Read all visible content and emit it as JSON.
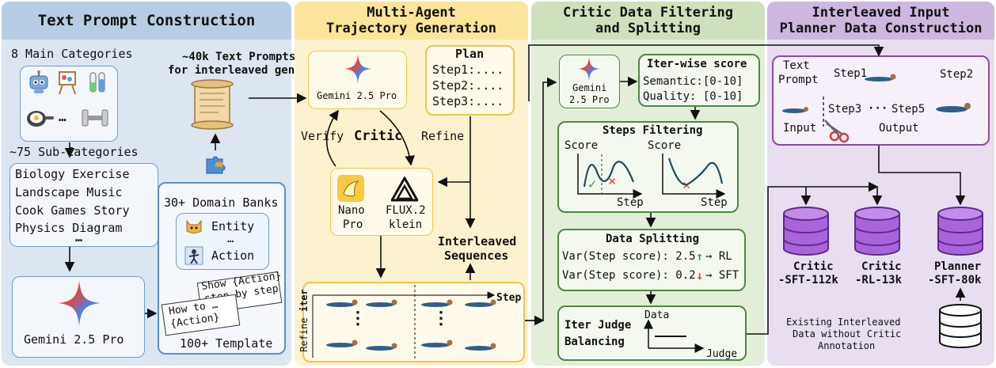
{
  "colors": {
    "p1_bg": "#dce6f1",
    "p1_title": "#b7cde3",
    "p2_bg": "#fdf2cf",
    "p2_title": "#fbe59a",
    "p3_bg": "#e3eed8",
    "p3_title": "#cfe0bd",
    "p4_bg": "#e8def0",
    "p4_title": "#cdb7de",
    "blue_border": "#6b9bd1",
    "orange_border": "#f5c542",
    "green_border": "#4d8a3f",
    "purple_border": "#8e4aa3",
    "db_purple": "#9b59d6"
  },
  "panel1": {
    "title": "Text Prompt Construction",
    "main_categories": "8 Main Categories",
    "icons_ellipsis": "…",
    "sub_categories": "~75 Sub-Categories",
    "sub_lines": [
      "Biology Exercise",
      "Landscape Music",
      "Cook Games Story",
      "Physics Diagram"
    ],
    "sub_ellipsis": "…",
    "gemini_label": "Gemini 2.5 Pro",
    "prompts_label_1": "~40k Text Prompts",
    "prompts_label_2": "for interleaved gen",
    "banks_title": "30+ Domain Banks",
    "entity": "Entity",
    "bank_ellipsis": "…",
    "action": "Action",
    "card1_lines": [
      "Show {Action}",
      "step by step"
    ],
    "card2_lines": [
      "How to …",
      "{Action}"
    ],
    "template": "100+ Template"
  },
  "panel2": {
    "title_1": "Multi-Agent",
    "title_2": "Trajectory Generation",
    "gemini_label": "Gemini 2.5 Pro",
    "plan_title": "Plan",
    "plan_steps": [
      "Step1:....",
      "Step2:....",
      "Step3:...."
    ],
    "verify": "Verify",
    "critic": "Critic",
    "refine": "Refine",
    "nano_label_1": "Nano",
    "nano_label_2": "Pro",
    "flux_label_1": "FLUX.2",
    "flux_label_2": "klein",
    "interleaved_1": "Interleaved",
    "interleaved_2": "Sequences",
    "refine_iter_1": "Refine",
    "refine_iter_2": "iter",
    "step": "Step",
    "dots": "⋮"
  },
  "panel3": {
    "title_1": "Critic Data Filtering",
    "title_2": "and Splitting",
    "gemini_label_1": "Gemini",
    "gemini_label_2": "2.5 Pro",
    "score_title": "Iter-wise score",
    "semantic": "Semantic:[0-10]",
    "quality": "Quality: [0-10]",
    "filter_title": "Steps Filtering",
    "score_axis": "Score",
    "step_axis": "Step",
    "check": "✓",
    "cross": "✕",
    "split_title": "Data Splitting",
    "split_rl_text": "Var(Step score): 2.5",
    "split_rl_arrow": "↑",
    "split_rl_target": "→ RL",
    "split_sft_text": "Var(Step score): 0.2",
    "split_sft_arrow": "↓",
    "split_sft_target": "→ SFT",
    "judge_title_1": "Iter Judge",
    "judge_title_2": "Balancing",
    "data_axis": "Data",
    "judge_axis": "Judge"
  },
  "panel4": {
    "title_1": "Interleaved Input",
    "title_2": "Planner Data Construction",
    "text_prompt_1": "Text",
    "text_prompt_2": "Prompt",
    "step1": "Step1",
    "step2": "Step2",
    "step3": "Step3",
    "ellipsis": "···",
    "step5": "Step5",
    "input": "Input",
    "output": "Output",
    "db1_1": "Critic",
    "db1_2": "-SFT-112k",
    "db2_1": "Critic",
    "db2_2": "-RL-13k",
    "db3_1": "Planner",
    "db3_2": "-SFT-80k",
    "existing_lines": [
      "Existing Interleaved",
      "Data without Critic",
      "Annotation"
    ]
  }
}
